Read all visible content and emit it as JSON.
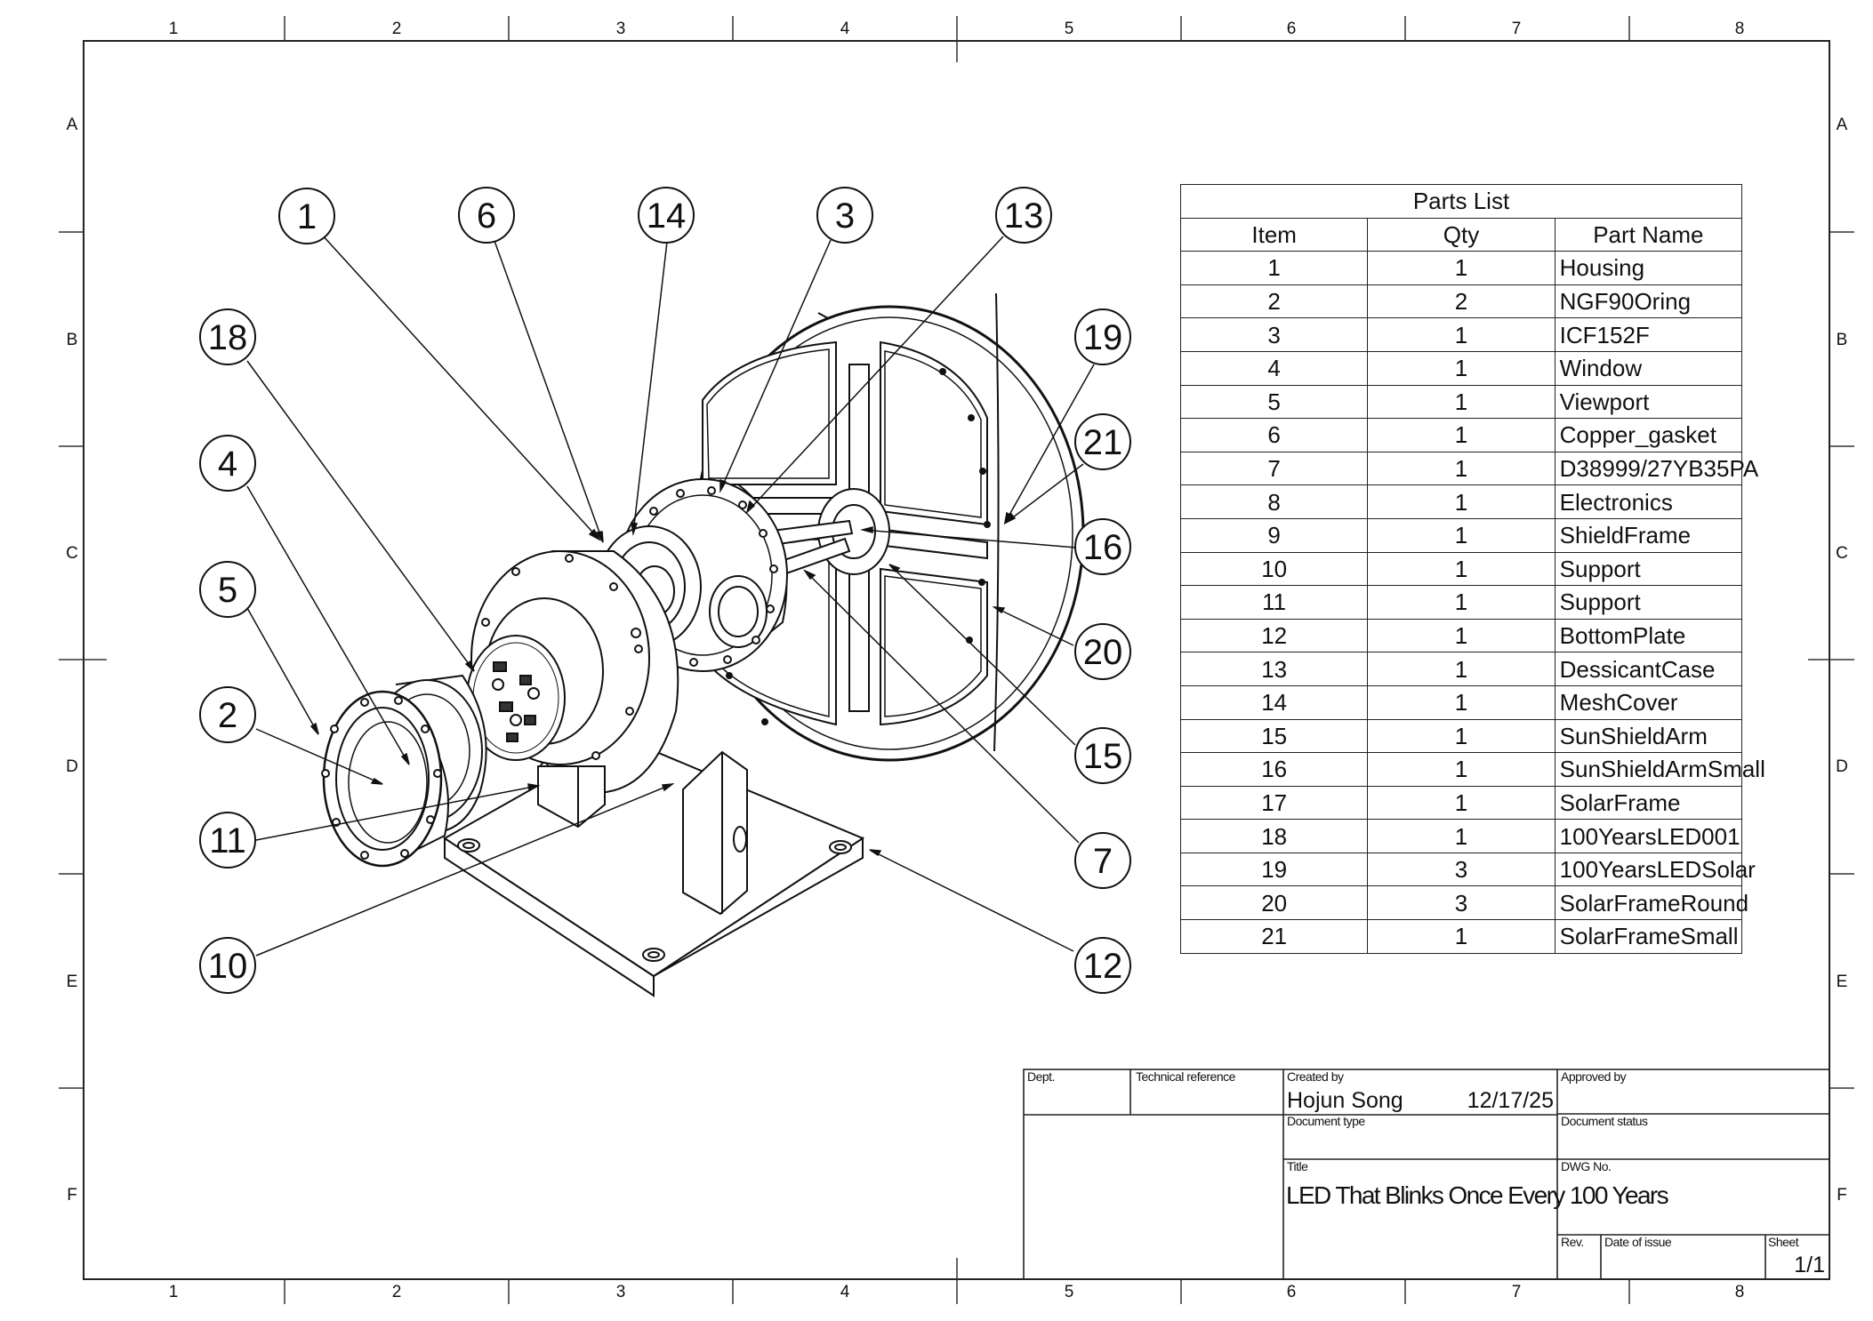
{
  "zones": {
    "columns": [
      "1",
      "2",
      "3",
      "4",
      "5",
      "6",
      "7",
      "8"
    ],
    "rows": [
      "A",
      "B",
      "C",
      "D",
      "E",
      "F"
    ]
  },
  "balloons": [
    "1",
    "6",
    "14",
    "3",
    "13",
    "18",
    "19",
    "4",
    "21",
    "16",
    "5",
    "20",
    "2",
    "15",
    "11",
    "7",
    "10",
    "12"
  ],
  "parts_list": {
    "title": "Parts List",
    "headers": {
      "item": "Item",
      "qty": "Qty",
      "name": "Part Name"
    },
    "rows": [
      {
        "item": "1",
        "qty": "1",
        "name": "Housing"
      },
      {
        "item": "2",
        "qty": "2",
        "name": "NGF90Oring"
      },
      {
        "item": "3",
        "qty": "1",
        "name": "ICF152F"
      },
      {
        "item": "4",
        "qty": "1",
        "name": "Window"
      },
      {
        "item": "5",
        "qty": "1",
        "name": "Viewport"
      },
      {
        "item": "6",
        "qty": "1",
        "name": "Copper_gasket"
      },
      {
        "item": "7",
        "qty": "1",
        "name": "D38999/27YB35PA"
      },
      {
        "item": "8",
        "qty": "1",
        "name": "Electronics"
      },
      {
        "item": "9",
        "qty": "1",
        "name": "ShieldFrame"
      },
      {
        "item": "10",
        "qty": "1",
        "name": "Support"
      },
      {
        "item": "11",
        "qty": "1",
        "name": "Support"
      },
      {
        "item": "12",
        "qty": "1",
        "name": "BottomPlate"
      },
      {
        "item": "13",
        "qty": "1",
        "name": "DessicantCase"
      },
      {
        "item": "14",
        "qty": "1",
        "name": "MeshCover"
      },
      {
        "item": "15",
        "qty": "1",
        "name": "SunShieldArm"
      },
      {
        "item": "16",
        "qty": "1",
        "name": "SunShieldArmSmall"
      },
      {
        "item": "17",
        "qty": "1",
        "name": "SolarFrame"
      },
      {
        "item": "18",
        "qty": "1",
        "name": "100YearsLED001"
      },
      {
        "item": "19",
        "qty": "3",
        "name": "100YearsLEDSolar"
      },
      {
        "item": "20",
        "qty": "3",
        "name": "SolarFrameRound"
      },
      {
        "item": "21",
        "qty": "1",
        "name": "SolarFrameSmall"
      }
    ]
  },
  "title_block": {
    "dept_label": "Dept.",
    "tech_ref_label": "Technical reference",
    "created_by_label": "Created by",
    "created_by": "Hojun Song",
    "date": "12/17/25",
    "approved_by_label": "Approved by",
    "doc_type_label": "Document type",
    "doc_status_label": "Document status",
    "title_label": "Title",
    "title": "LED That Blinks Once Every 100 Years",
    "dwg_no_label": "DWG No.",
    "rev_label": "Rev.",
    "date_of_issue_label": "Date of issue",
    "sheet_label": "Sheet",
    "sheet": "1/1"
  }
}
